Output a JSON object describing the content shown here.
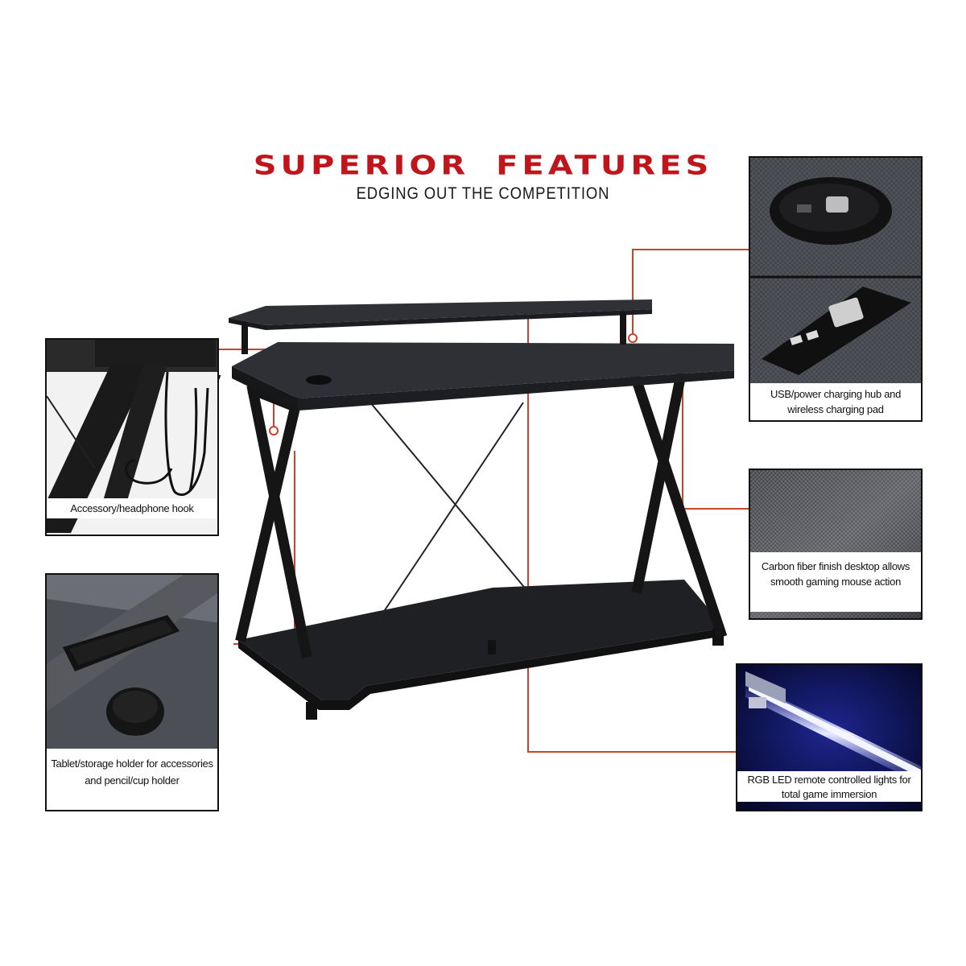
{
  "header": {
    "title": "SUPERIOR  FEATURES",
    "subtitle": "EDGING OUT THE COMPETITION"
  },
  "features": {
    "headphone_hook": "Accessory/headphone hook",
    "storage_holder": "Tablet/storage holder for accessories and pencil/cup holder",
    "charging_hub": "USB/power charging hub and wireless charging pad",
    "carbon_fiber": "Carbon fiber finish desktop allows smooth gaming mouse action",
    "rgb_led": "RGB LED remote controlled lights for total game immersion"
  },
  "colors": {
    "accent": "#c0161b",
    "callout_line": "#c8442b",
    "desk": "#2e3035",
    "frame": "#151515"
  }
}
